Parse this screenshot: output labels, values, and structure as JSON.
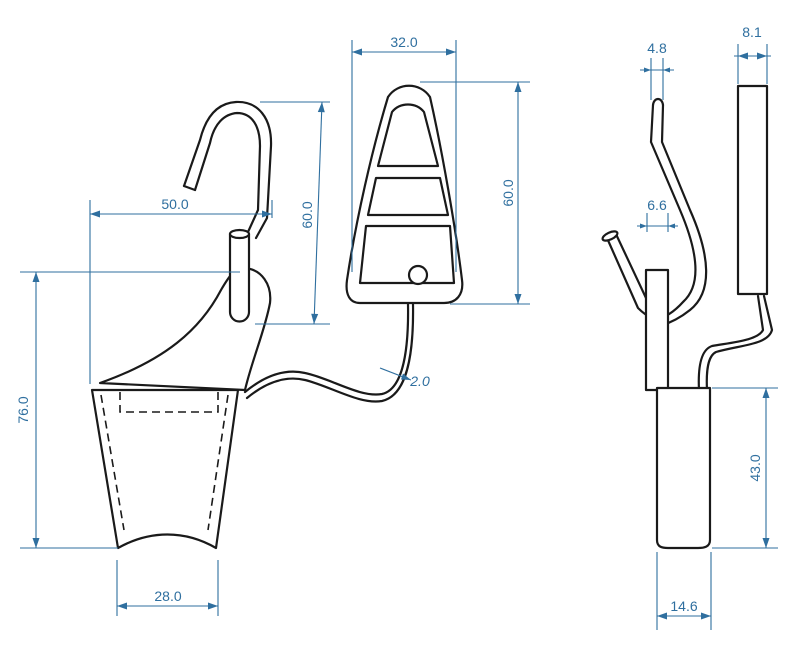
{
  "dimensions": {
    "clamp_length": "60.0",
    "clamp_width": "32.0",
    "hook_height": "60.0",
    "hook_reach": "50.0",
    "overall_height": "76.0",
    "cone_bottom_width": "28.0",
    "wire_diameter": "2.0",
    "side_hook_wire": "4.8",
    "side_plate_thickness": "8.1",
    "side_gap": "6.6",
    "side_cone_height": "43.0",
    "side_cone_width": "14.6"
  },
  "colors": {
    "outline": "#1a1a1a",
    "dimension": "#2f6f9f",
    "background": "#ffffff"
  }
}
